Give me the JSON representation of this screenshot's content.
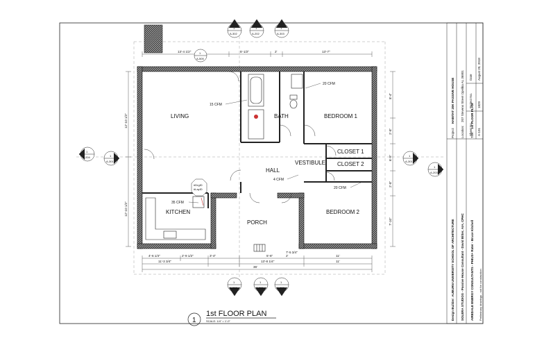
{
  "rooms": {
    "living": "LIVING",
    "bath": "BATH",
    "bedroom1": "BEDROOM 1",
    "closet1": "CLOSET 1",
    "closet2": "CLOSET 2",
    "vestibule": "VESTIBULE",
    "hall": "HALL",
    "kitchen": "KITCHEN",
    "porch": "PORCH",
    "bedroom2": "BEDROOM 2"
  },
  "airflow": {
    "bath": "20 CFM",
    "living": "15 CFM",
    "hall": "4 CFM",
    "kitchen": "35 CFM",
    "bedroom2": "20 CFM"
  },
  "tags": {
    "drg": "#DrgID",
    "lay": "#LayID"
  },
  "dims": {
    "top1": "13'-4 1/2\"",
    "top2": "5'-1/2\"",
    "top3": "2'",
    "top4": "13'-7\"",
    "left1": "12'-10 1/2\"",
    "left2": "12'-10 1/2\"",
    "right1": "8'-4\"",
    "right2": "2'-8\"",
    "right3": "6'-5\"",
    "right4": "2'-8\"",
    "right5": "7'-10\"",
    "b1": "4'-6 1/4\"",
    "b2": "2'-9 1/2\"",
    "b3": "3'-4\"",
    "b4": "11'-3 3/4\"",
    "b5": "13'-8 1/4\"",
    "b6": "2'",
    "b7": "5'-6\"",
    "b8": "11'",
    "b9": "36'",
    "b10": "11'",
    "b11": "7'-5 3/4\""
  },
  "section_markers": {
    "top": [
      "A-302",
      "A-202",
      "A-303"
    ],
    "bottom": [
      "A-302",
      "A-201",
      "A-303"
    ],
    "left": [
      "A-204",
      "A-301"
    ],
    "right": [
      "A-301",
      "A-203"
    ],
    "inner": "A-505",
    "number": "1"
  },
  "title_block": {
    "project_label": "Project:",
    "project": "HABITAT 20K PASSIVE HOUSE",
    "location_label": "Location:",
    "location": "207 Stevens Street Opelika AL 36801",
    "title_label": "Title:",
    "title": "1st FLOOR PLAN",
    "date_label": "Date",
    "date": "August 20, 2018",
    "project_no_label": "Project No.",
    "project_no": "1829",
    "sheet_label": "Sheet No.",
    "sheet": "A-101",
    "builder": "Design Builder: AUBURN UNIVERSITY SCHOOL OF ARCHITECTURE",
    "consultant": "SOLERA STUDIOS - Passive House Consultant - David Bitter, AIA, CPHC",
    "rater": "AIREDALE ENERGY CONSULTANTS - PHIUS+ Rater - Bruce Kitchell",
    "fine_print": "Preliminary drawings - not for construction"
  },
  "caption": {
    "number": "1",
    "title": "1st FLOOR PLAN",
    "scale": "SCALE: 1/4\" = 1'-0\""
  }
}
